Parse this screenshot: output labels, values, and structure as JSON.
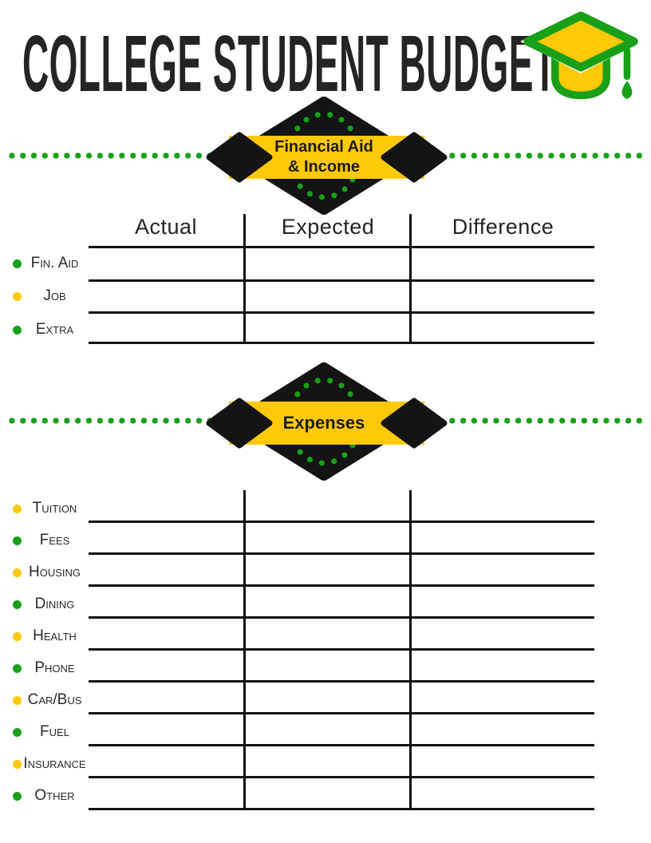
{
  "header": {
    "title": "COLLEGE STUDENT BUDGET",
    "icon": "graduation-cap"
  },
  "colors": {
    "green": "#18A018",
    "gold": "#FFC907",
    "ink": "#141414"
  },
  "income": {
    "banner_line1": "Financial Aid",
    "banner_line2": "& Income",
    "table": {
      "headers": [
        "Actual",
        "Expected",
        "Difference"
      ],
      "rows": [
        {
          "label": "Fin. Aid",
          "bullet_hex": "#18A018",
          "cells": [
            "",
            "",
            ""
          ]
        },
        {
          "label": "Job",
          "bullet_hex": "#FFC907",
          "cells": [
            "",
            "",
            ""
          ]
        },
        {
          "label": "Extra",
          "bullet_hex": "#18A018",
          "cells": [
            "",
            "",
            ""
          ]
        }
      ]
    }
  },
  "expenses": {
    "banner_line1": "Expenses",
    "table": {
      "rows": [
        {
          "label": "Tuition",
          "bullet_hex": "#FFC907",
          "cells": [
            "",
            "",
            ""
          ]
        },
        {
          "label": "Fees",
          "bullet_hex": "#18A018",
          "cells": [
            "",
            "",
            ""
          ]
        },
        {
          "label": "Housing",
          "bullet_hex": "#FFC907",
          "cells": [
            "",
            "",
            ""
          ]
        },
        {
          "label": "Dining",
          "bullet_hex": "#18A018",
          "cells": [
            "",
            "",
            ""
          ]
        },
        {
          "label": "Health",
          "bullet_hex": "#FFC907",
          "cells": [
            "",
            "",
            ""
          ]
        },
        {
          "label": "Phone",
          "bullet_hex": "#18A018",
          "cells": [
            "",
            "",
            ""
          ]
        },
        {
          "label": "Car/Bus",
          "bullet_hex": "#FFC907",
          "cells": [
            "",
            "",
            ""
          ]
        },
        {
          "label": "Fuel",
          "bullet_hex": "#18A018",
          "cells": [
            "",
            "",
            ""
          ]
        },
        {
          "label": "Insurance",
          "bullet_hex": "#FFC907",
          "cells": [
            "",
            "",
            ""
          ]
        },
        {
          "label": "Other",
          "bullet_hex": "#18A018",
          "cells": [
            "",
            "",
            ""
          ]
        }
      ]
    }
  }
}
